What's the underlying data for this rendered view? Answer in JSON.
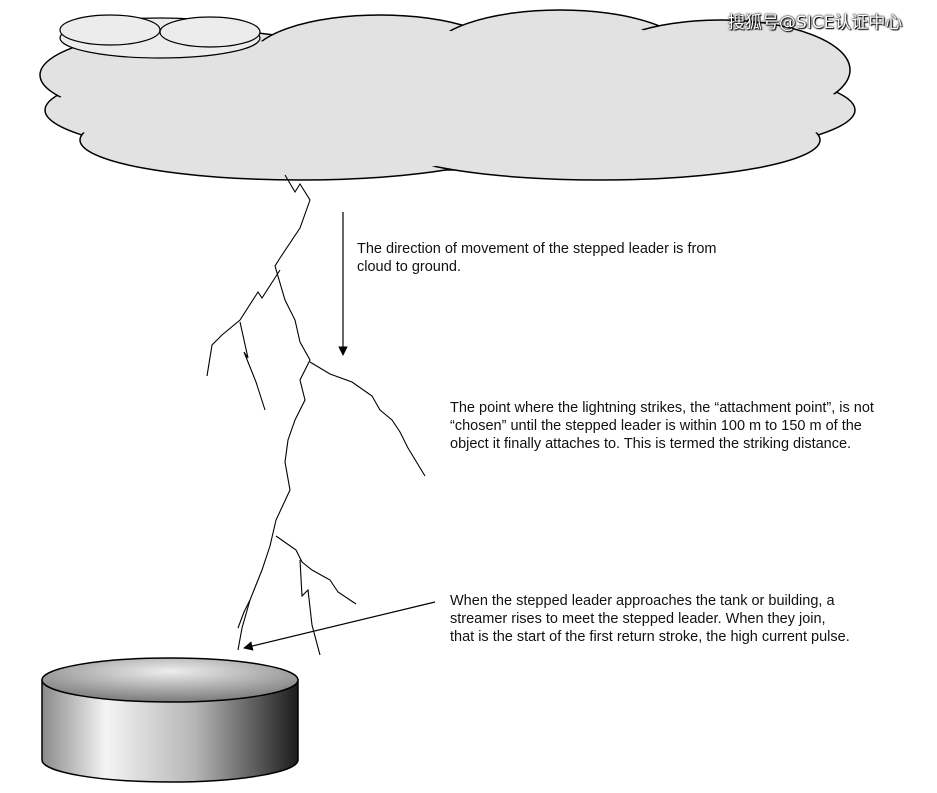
{
  "watermark": "搜狐号@SICE认证中心",
  "annotations": {
    "direction": [
      "The direction of movement of the stepped leader is from",
      "cloud to ground."
    ],
    "attachment": [
      "The point where the lightning strikes, the “attachment point”, is not",
      "“chosen” until the stepped leader is within 100 m to 150 m of the",
      "object it finally attaches to.  This is termed the striking distance."
    ],
    "streamer": [
      "When the stepped leader approaches the tank or building, a",
      "streamer rises to meet the stepped leader.  When they join,",
      "that is the start of the first return stroke, the high current pulse."
    ]
  },
  "colors": {
    "cloud": "#e2e2e2",
    "outline": "#000000"
  }
}
